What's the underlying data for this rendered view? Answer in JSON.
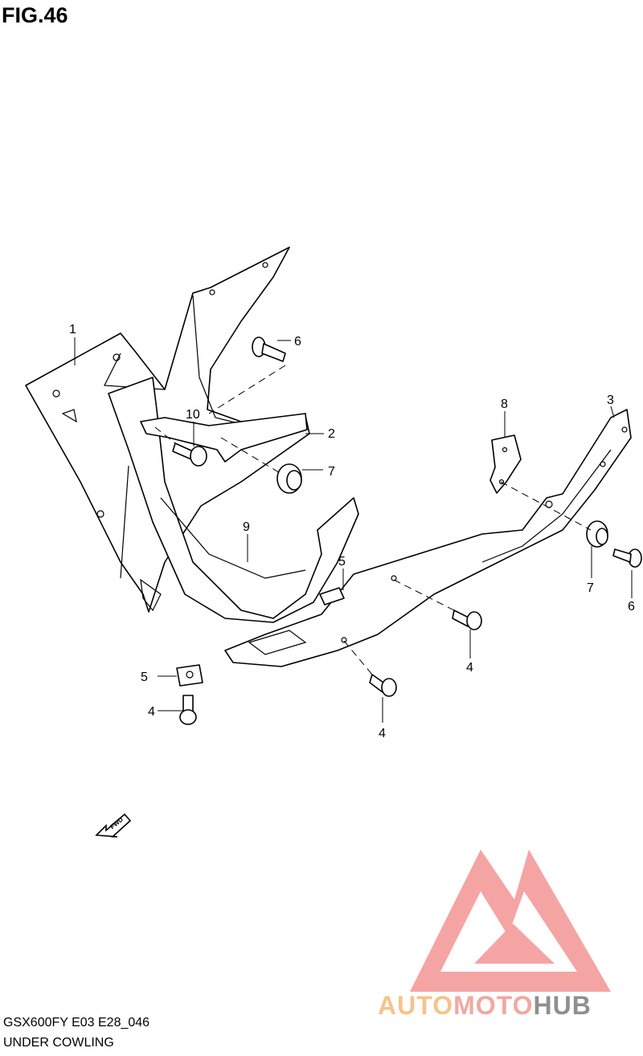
{
  "figure": {
    "title": "FIG.46"
  },
  "callouts": {
    "c1": "1",
    "c2": "2",
    "c3": "3",
    "c4a": "4",
    "c4b": "4",
    "c4c": "4",
    "c5a": "5",
    "c5b": "5",
    "c6a": "6",
    "c6b": "6",
    "c7a": "7",
    "c7b": "7",
    "c8": "8",
    "c9": "9",
    "c10": "10"
  },
  "fwd_arrow": {
    "label": "FWD"
  },
  "footer": {
    "model_code": "GSX600FY E03 E28_046",
    "section_name": "UNDER COWLING"
  },
  "watermark": {
    "part1": "AUTO",
    "part2": "MOTO",
    "part3": "HUB",
    "color_auto": "#f6c38a",
    "color_moto": "#f3a7a2",
    "color_hub": "#8f8f8f",
    "logo_color": "#f5a0a0"
  }
}
